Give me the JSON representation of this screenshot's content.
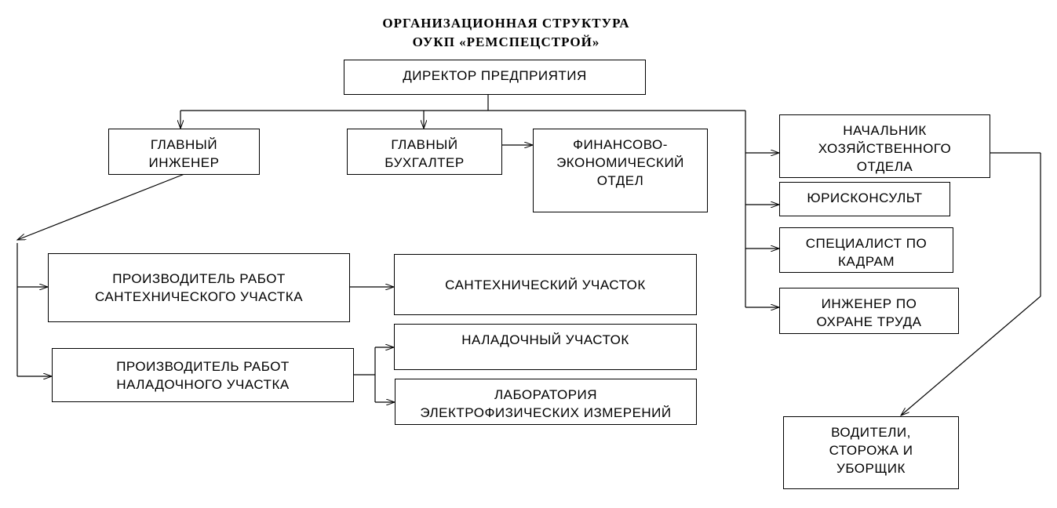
{
  "title": {
    "line1": "ОРГАНИЗАЦИОННАЯ  СТРУКТУРА",
    "line2": "ОУКП «РЕМСПЕЦСТРОЙ»"
  },
  "nodes": {
    "director": "ДИРЕКТОР ПРЕДПРИЯТИЯ",
    "chief_engineer": "ГЛАВНЫЙ\nИНЖЕНЕР",
    "chief_accountant": "ГЛАВНЫЙ\nБУХГАЛТЕР",
    "finance_dept": "ФИНАНСОВО-\nЭКОНОМИЧЕСКИЙ\nОТДЕЛ",
    "head_household": "НАЧАЛЬНИК\nХОЗЯЙСТВЕННОГО\nОТДЕЛА",
    "legal": "ЮРИСКОНСУЛЬТ",
    "hr": "СПЕЦИАЛИСТ  ПО\nКАДРАМ",
    "safety": "ИНЖЕНЕР  ПО\nОХРАНЕ  ТРУДА",
    "plumbing_foreman": "ПРОИЗВОДИТЕЛЬ  РАБОТ\nСАНТЕХНИЧЕСКОГО  УЧАСТКА",
    "plumbing_section": "САНТЕХНИЧЕСКИЙ  УЧАСТОК",
    "commissioning_foreman": "ПРОИЗВОДИТЕЛЬ  РАБОТ\nНАЛАДОЧНОГО  УЧАСТКА",
    "commissioning_section": "НАЛАДОЧНЫЙ  УЧАСТОК",
    "lab": "ЛАБОРАТОРИЯ\nЭЛЕКТРОФИЗИЧЕСКИХ  ИЗМЕРЕНИЙ",
    "drivers": "ВОДИТЕЛИ,\nСТОРОЖА  И\nУБОРЩИК"
  }
}
